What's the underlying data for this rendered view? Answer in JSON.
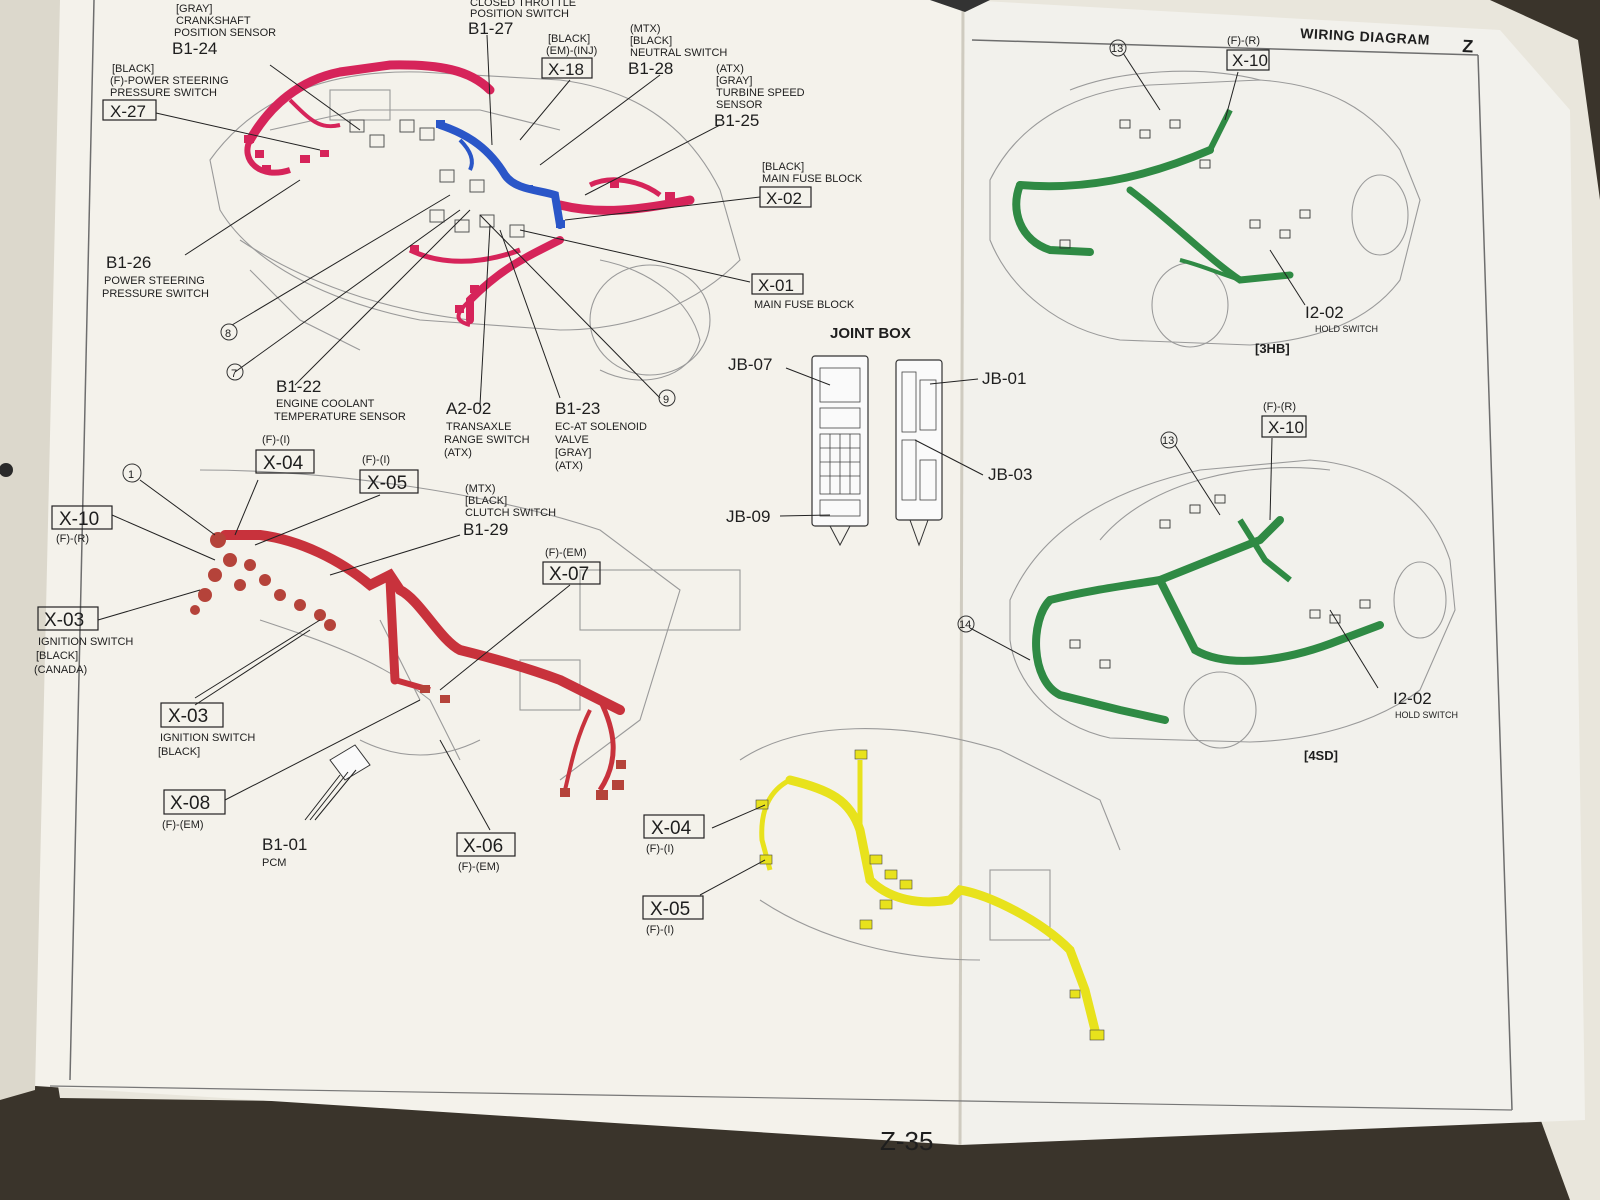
{
  "header": {
    "title": "WIRING DIAGRAM",
    "section": "Z"
  },
  "page_number": "Z-35",
  "colors": {
    "engine": "#d6245a",
    "blue": "#2a56c8",
    "dash": "#c8323c",
    "body": "#2f8a44",
    "yellow": "#e8e21c",
    "paper": "#f3f1ea"
  },
  "engine_labels": {
    "b1_27_desc": "CLOSED THROTTLE",
    "b1_27_desc2": "POSITION SWITCH",
    "b1_27": "B1-27",
    "b1_24_desc1": "[GRAY]",
    "b1_24_desc2": "CRANKSHAFT",
    "b1_24_desc3": "POSITION SENSOR",
    "b1_24": "B1-24",
    "x27_desc1": "[BLACK]",
    "x27_desc2": "(F)-POWER STEERING",
    "x27_desc3": "PRESSURE SWITCH",
    "x27": "X-27",
    "x18_desc1": "[BLACK]",
    "x18_desc2": "(EM)-(INJ)",
    "x18": "X-18",
    "b1_28_desc1": "(MTX)",
    "b1_28_desc2": "[BLACK]",
    "b1_28_desc3": "NEUTRAL SWITCH",
    "b1_28": "B1-28",
    "b1_25_desc1": "(ATX)",
    "b1_25_desc2": "[GRAY]",
    "b1_25_desc3": "TURBINE SPEED",
    "b1_25_desc4": "SENSOR",
    "b1_25": "B1-25",
    "x02_desc1": "[BLACK]",
    "x02_desc2": "MAIN FUSE BLOCK",
    "x02": "X-02",
    "x01": "X-01",
    "x01_desc": "MAIN FUSE BLOCK",
    "b1_26": "B1-26",
    "b1_26_desc1": "POWER STEERING",
    "b1_26_desc2": "PRESSURE SWITCH",
    "c8": "8",
    "c7": "7",
    "c9": "9",
    "b1_22": "B1-22",
    "b1_22_desc1": "ENGINE COOLANT",
    "b1_22_desc2": "TEMPERATURE SENSOR",
    "a2_02": "A2-02",
    "a2_02_desc1": "TRANSAXLE",
    "a2_02_desc2": "RANGE SWITCH",
    "a2_02_desc3": "(ATX)",
    "b1_23": "B1-23",
    "b1_23_desc1": "EC-AT SOLENOID",
    "b1_23_desc2": "VALVE",
    "b1_23_desc3": "[GRAY]",
    "b1_23_desc4": "(ATX)"
  },
  "joint_box": {
    "title": "JOINT BOX",
    "jb07": "JB-07",
    "jb01": "JB-01",
    "jb03": "JB-03",
    "jb09": "JB-09"
  },
  "dash_labels": {
    "c1": "1",
    "x04_sub": "(F)-(I)",
    "x04": "X-04",
    "x05_sub": "(F)-(I)",
    "x05": "X-05",
    "x10": "X-10",
    "x10_sub": "(F)-(R)",
    "b1_29_desc1": "(MTX)",
    "b1_29_desc2": "[BLACK]",
    "b1_29_desc3": "CLUTCH SWITCH",
    "b1_29": "B1-29",
    "x07_sub": "(F)-(EM)",
    "x07": "X-07",
    "x03a": "X-03",
    "x03a_desc1": "IGNITION SWITCH",
    "x03a_desc2": "[BLACK]",
    "x03a_desc3": "(CANADA)",
    "x03b": "X-03",
    "x03b_desc1": "IGNITION SWITCH",
    "x03b_desc2": "[BLACK]",
    "x08": "X-08",
    "x08_sub": "(F)-(EM)",
    "b1_01": "B1-01",
    "b1_01_desc": "PCM",
    "x06": "X-06",
    "x06_sub": "(F)-(EM)"
  },
  "hb3": {
    "c13": "13",
    "x10_sub": "(F)-(R)",
    "x10": "X-10",
    "i2_02": "I2-02",
    "i2_02_desc": "HOLD SWITCH",
    "variant": "[3HB]"
  },
  "sd4": {
    "x10_sub": "(F)-(R)",
    "x10": "X-10",
    "c13": "13",
    "c14": "14",
    "i2_02": "I2-02",
    "i2_02_desc": "HOLD SWITCH",
    "variant": "[4SD]"
  },
  "yellow_labels": {
    "x04": "X-04",
    "x04_sub": "(F)-(I)",
    "x05": "X-05",
    "x05_sub": "(F)-(I)"
  }
}
